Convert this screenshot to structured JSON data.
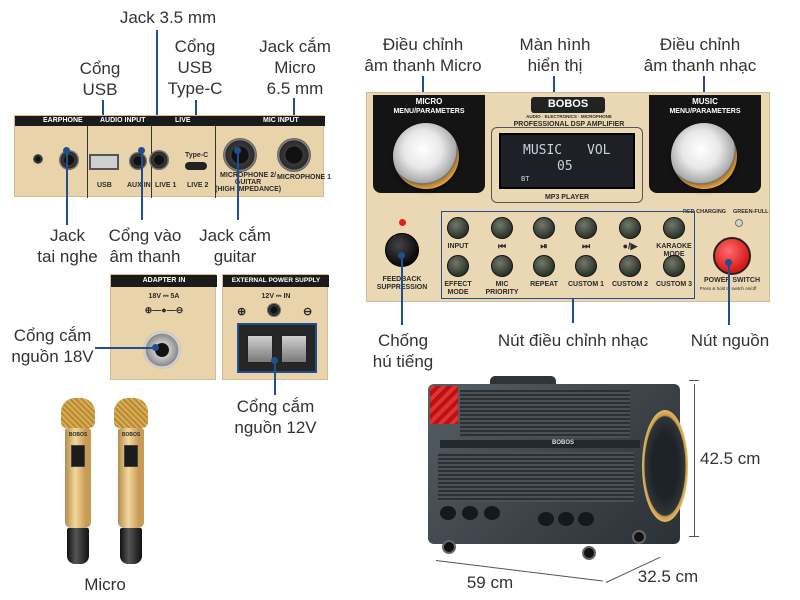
{
  "labels": {
    "jack35": "Jack 3.5 mm",
    "usb": "Cổng\nUSB",
    "usbc": "Cổng\nUSB\nType-C",
    "mic65": "Jack cắm\nMicro\n6.5 mm",
    "earphone_jack": "Jack\ntai nghe",
    "aux_in": "Cổng vào\nâm thanh",
    "guitar_jack": "Jack cắm\nguitar",
    "power18": "Cổng cắm\nnguồn 18V",
    "power12": "Cổng cắm\nnguồn 12V",
    "micro": "Micro",
    "mic_adjust": "Điều chỉnh\nâm thanh Micro",
    "display": "Màn hình\nhiển thị",
    "music_adjust": "Điều chỉnh\nâm thanh nhạc",
    "feedback": "Chống\nhú tiếng",
    "music_buttons": "Nút điều chỉnh nhạc",
    "power_button": "Nút nguồn",
    "height": "42.5 cm",
    "width": "59 cm",
    "depth": "32.5 cm"
  },
  "io_panel": {
    "earphone": "EARPHONE",
    "audio_input": "AUDIO INPUT",
    "live": "LIVE",
    "mic_input": "MIC INPUT",
    "usb": "USB",
    "aux_in": "AUX IN",
    "live1": "LIVE 1",
    "live2": "LIVE 2",
    "typec": "Type-C",
    "mic2": "MICROPHONE 2/\nGUITAR\n(HIGH IMPEDANCE)",
    "mic1": "MICROPHONE 1"
  },
  "adapter_panel": {
    "title": "ADAPTER IN",
    "rating": "18V ⎓ 5A"
  },
  "ext_panel": {
    "title": "EXTERNAL POWER SUPPLY",
    "rating": "12V ⎓ IN"
  },
  "control_panel": {
    "micro": "MICRO",
    "menu_left": "MENU/PARAMETERS",
    "brand": "BOBOS",
    "brand_sub": "AUDIO · ELECTRONICS · MICROPHONE",
    "dsp": "PROFESSIONAL DSP AMPLIFIER",
    "music": "MUSIC",
    "menu_right": "MENU/PARAMETERS",
    "lcd_line1_left": "MUSIC",
    "lcd_line1_right": "VOL",
    "lcd_line2": "05",
    "lcd_line3": "BT",
    "mp3": "MP3 PLAYER",
    "red_charging": "RED CHARGING",
    "green_full": "GREEN-FULL",
    "feedback": "FEEDBACK\nSUPPRESSION",
    "power_switch": "POWER SWITCH",
    "power_hint": "Press & hold to switch on/off",
    "buttons_row1": [
      "INPUT",
      "",
      "",
      "",
      "",
      "KARAOKE MODE"
    ],
    "buttons_row2": [
      "EFFECT\nMODE",
      "MIC\nPRIORITY",
      "REPEAT",
      "CUSTOM 1",
      "CUSTOM 2",
      "CUSTOM 3"
    ],
    "button_icons_row1": [
      "",
      "⏮",
      "⏯",
      "⏭",
      "●/▶",
      ""
    ]
  },
  "mic_brand": "BOBOS",
  "speaker_brand": "BOBOS",
  "colors": {
    "lead": "#1e4f91",
    "panel": "#e9d3ab",
    "gold": "#d9ad55"
  }
}
